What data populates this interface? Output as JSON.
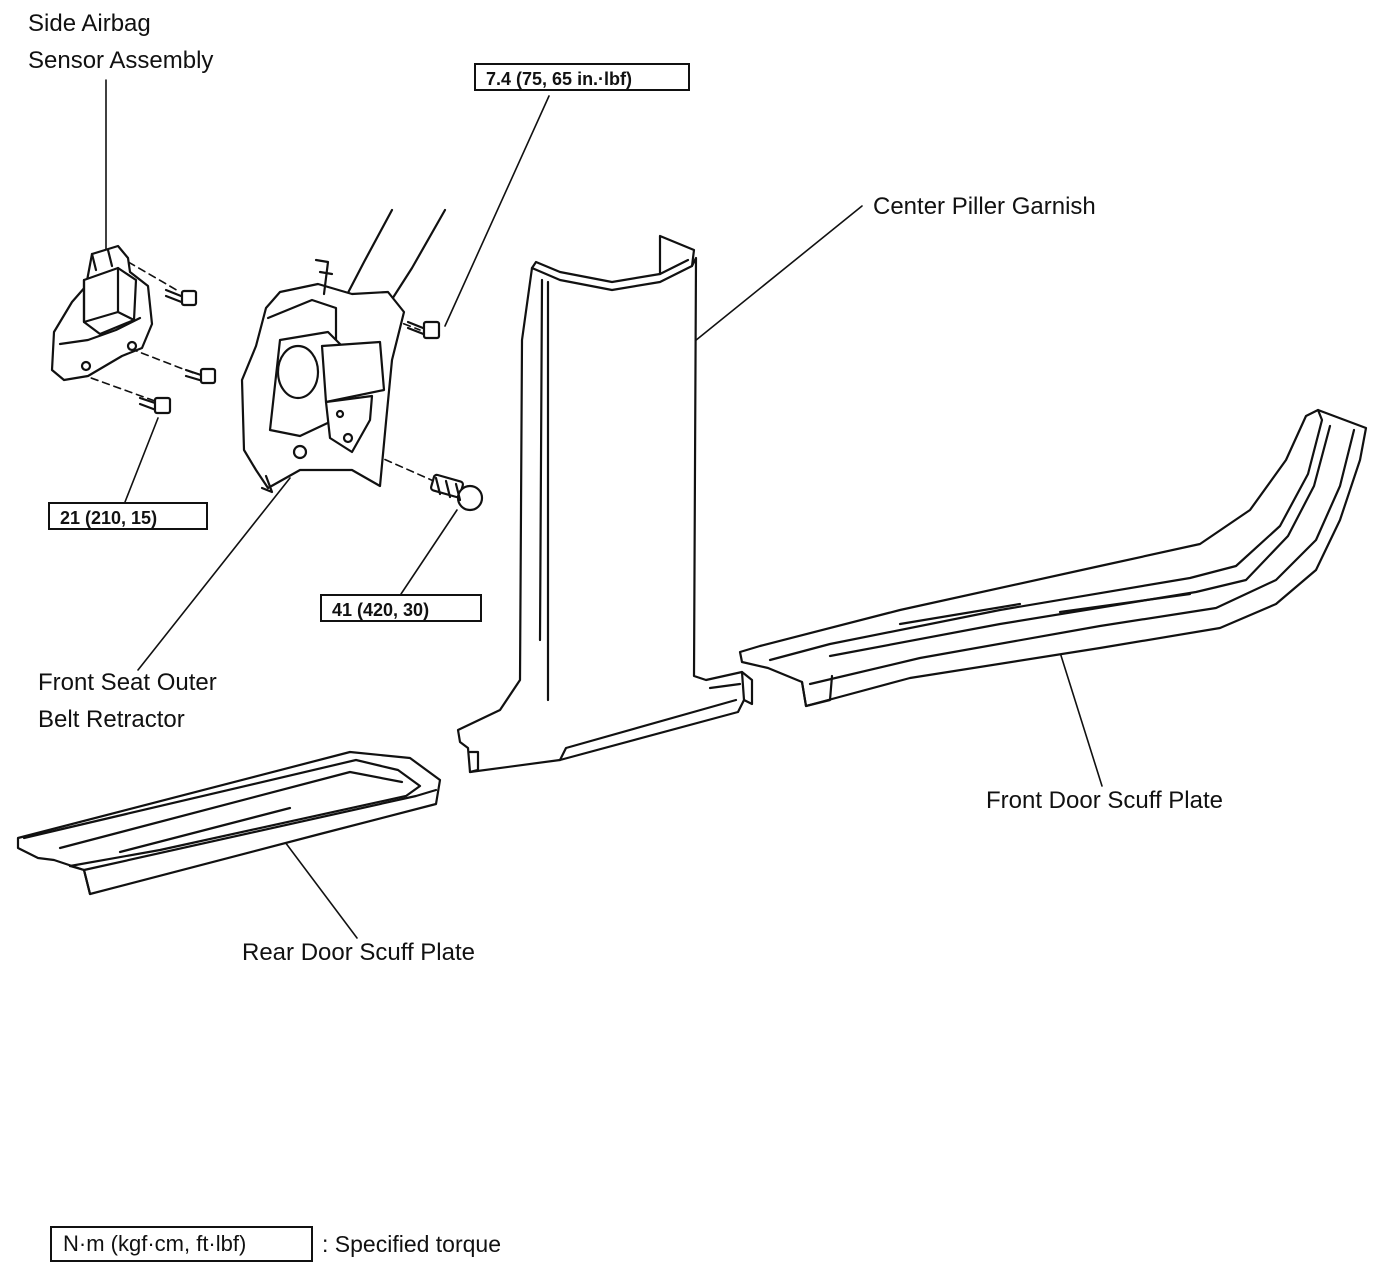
{
  "labels": {
    "side_airbag_sensor_line1": "Side Airbag",
    "side_airbag_sensor_line2": "Sensor Assembly",
    "center_pillar_garnish": "Center Piller Garnish",
    "front_seat_retractor_line1": "Front Seat Outer",
    "front_seat_retractor_line2": "Belt Retractor",
    "front_door_scuff": "Front Door Scuff Plate",
    "rear_door_scuff": "Rear Door Scuff Plate"
  },
  "torques": {
    "pillar_bolt": "7.4 (75, 65 in.·lbf)",
    "sensor_bolt": "21 (210, 15)",
    "retractor_bolt": "41 (420, 30)"
  },
  "legend": {
    "unit": "N·m (kgf·cm, ft·lbf)",
    "text": ": Specified torque"
  }
}
